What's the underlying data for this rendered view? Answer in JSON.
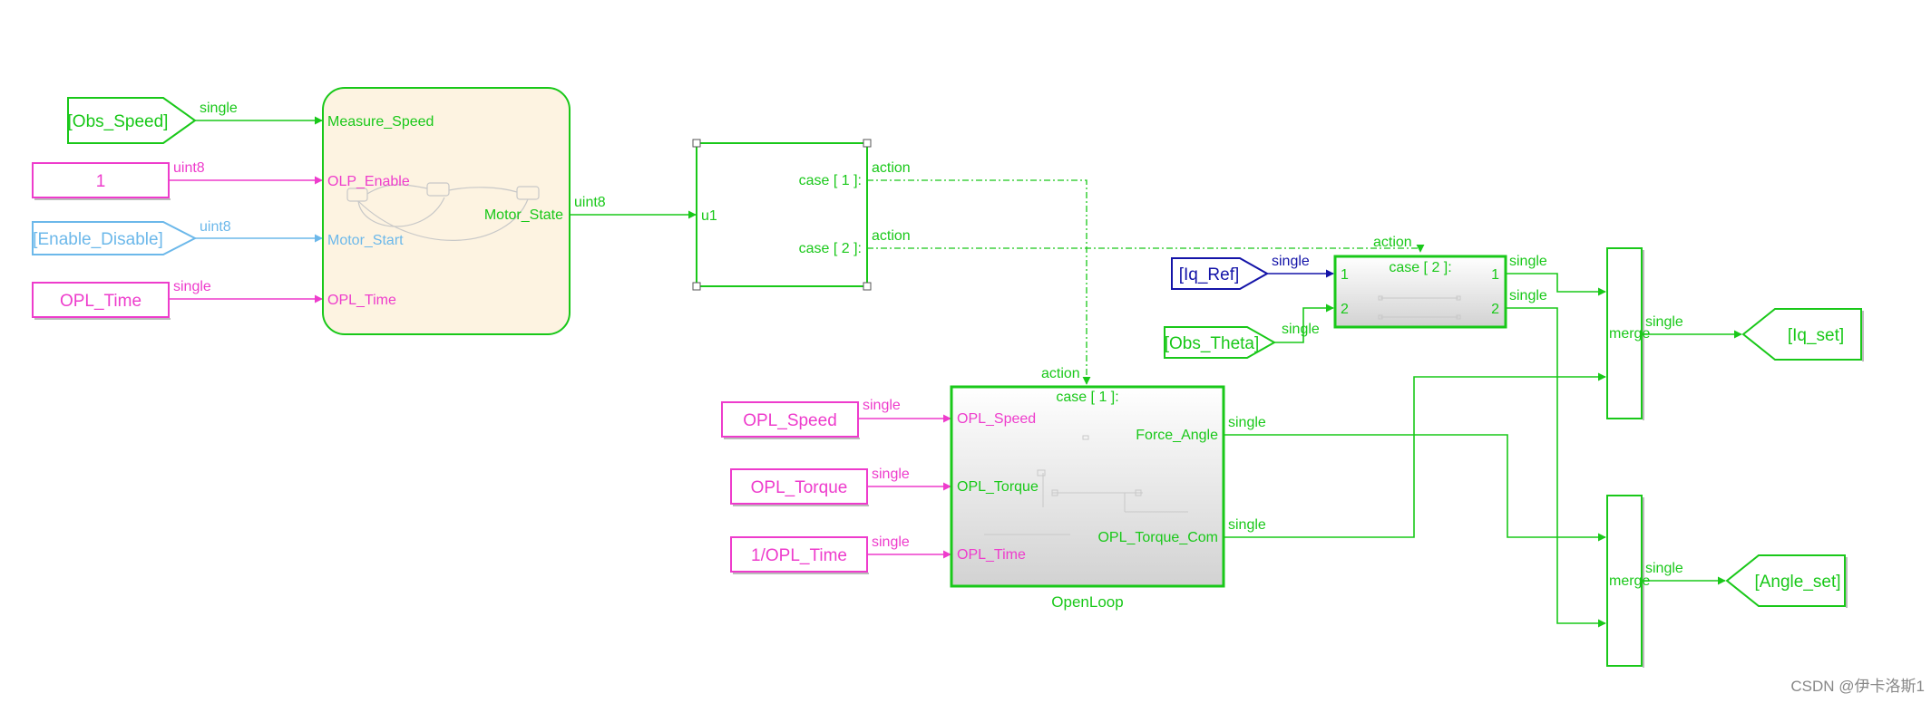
{
  "colors": {
    "green": "#19c819",
    "magenta": "#ee3ccc",
    "light_blue": "#6cb8ea",
    "dark_blue": "#1414a8",
    "black": "#222222",
    "watermark": "#888888",
    "chart_fill": "#fdf3e1"
  },
  "from_blocks": {
    "obs_speed": "[Obs_Speed]",
    "enable_disable": "[Enable_Disable]",
    "iq_ref": "[Iq_Ref]",
    "obs_theta": "[Obs_Theta]",
    "opl_time": "OPL_Time",
    "opl_speed": "OPL_Speed",
    "opl_torque": "OPL_Torque",
    "inv_opl_time": "1/OPL_Time"
  },
  "constant": {
    "value": "1"
  },
  "goto_blocks": {
    "iq_set": "[Iq_set]",
    "angle_set": "[Angle_set]"
  },
  "signals": {
    "single": "single",
    "uint8": "uint8",
    "action": "action"
  },
  "stateflow": {
    "in_measure_speed": "Measure_Speed",
    "in_olp_enable": "OLP_Enable",
    "in_motor_start": "Motor_Start",
    "in_opl_time": "OPL_Time",
    "out_motor_state": "Motor_State"
  },
  "switch_case": {
    "input": "u1",
    "case1": "case [ 1 ]:",
    "case2": "case [ 2 ]:"
  },
  "case2_subsystem": {
    "title": "case [ 2 ]:",
    "in1": "1",
    "in2": "2",
    "out1": "1",
    "out2": "2"
  },
  "openloop": {
    "title": "case [ 1 ]:",
    "name": "OpenLoop",
    "in_opl_speed": "OPL_Speed",
    "in_opl_torque": "OPL_Torque",
    "in_opl_time": "OPL_Time",
    "out_force_angle": "Force_Angle",
    "out_opl_torque_com": "OPL_Torque_Com"
  },
  "merge": {
    "label_top": "merge",
    "label_bottom": "merge"
  },
  "watermark": "CSDN @伊卡洛斯1"
}
